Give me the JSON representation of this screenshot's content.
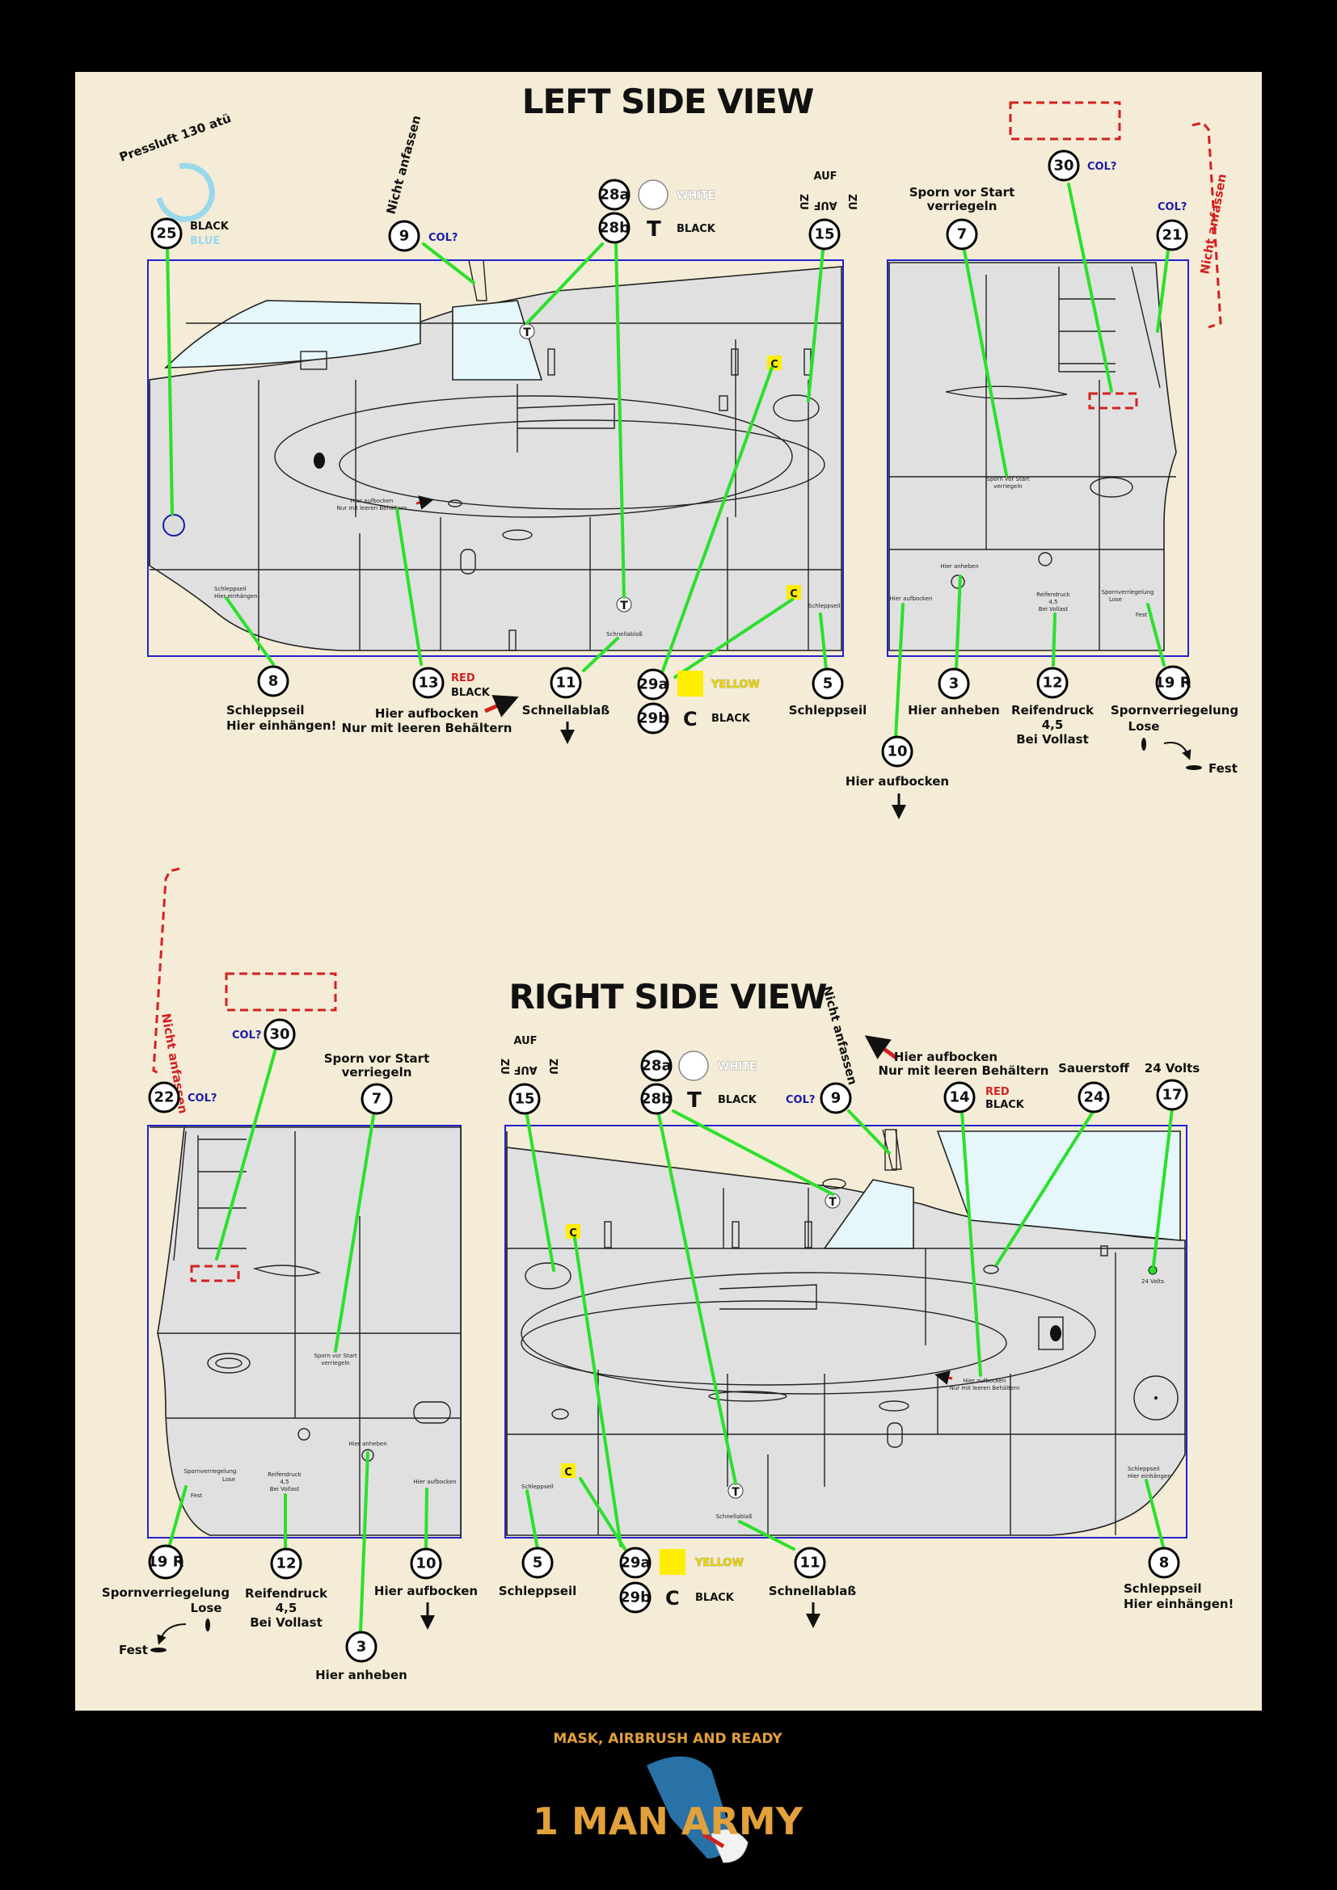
{
  "titles": {
    "left": "LEFT SIDE VIEW",
    "right": "RIGHT SIDE VIEW"
  },
  "colors": {
    "background": "#000000",
    "sheet": "#f4ecd6",
    "leader": "#2be02b",
    "frame": "#2222cc",
    "red": "#d42020",
    "blue": "#1a1aaa",
    "yellow": "#ffee00"
  },
  "left": {
    "c25": "25",
    "c25_black": "BLACK",
    "c25_blue": "BLUE",
    "pressluft": "Pressluft 130 atü",
    "c9": "9",
    "c9_col": "COL?",
    "nicht": "Nicht anfassen",
    "c28a": "28a",
    "c28a_col": "WHITE",
    "c28b": "28b",
    "c28b_glyph": "T",
    "c28b_col": "BLACK",
    "c15": "15",
    "auf": "AUF",
    "zu": "ZU",
    "c7": "7",
    "c7_l1": "Sporn vor Start",
    "c7_l2": "verriegeln",
    "c30": "30",
    "c30_col": "COL?",
    "c21": "21",
    "c21_col": "COL?",
    "nicht2": "Nicht anfassen",
    "c8": "8",
    "c8_l1": "Schleppseil",
    "c8_l2": "Hier einhängen!",
    "c13": "13",
    "c13_red": "RED",
    "c13_black": "BLACK",
    "c13_l1": "Hier aufbocken",
    "c13_l2": "Nur mit leeren Behältern",
    "c11": "11",
    "c11_l1": "Schnellablaß",
    "c29a": "29a",
    "c29a_col": "YELLOW",
    "c29b": "29b",
    "c29b_glyph": "C",
    "c29b_col": "BLACK",
    "c5": "5",
    "c5_l1": "Schleppseil",
    "c10": "10",
    "c10_l1": "Hier aufbocken",
    "c3": "3",
    "c3_l1": "Hier anheben",
    "c12": "12",
    "c12_l1": "Reifendruck",
    "c12_l2": "4,5",
    "c12_l3": "Bei Vollast",
    "c19": "19 R",
    "c19_l1": "Spornverriegelung",
    "c19_l2": "Lose",
    "fest": "Fest",
    "stencil_T": "T",
    "stencil_C": "C",
    "tiny_aufbocken1": "Hier aufbocken",
    "tiny_aufbocken2": "Nur mit leeren Behältern",
    "tiny_schlepp1": "Schleppseil",
    "tiny_schlepp2": "Hier einhängen",
    "tiny_schnell": "Schnellablaß",
    "tiny_schlepp": "Schleppseil",
    "tiny_sporn1": "Sporn vor Start",
    "tiny_sporn2": "verriegeln",
    "tiny_anheben": "Hier anheben",
    "tiny_reifen1": "Reifendruck",
    "tiny_reifen2": "4,5",
    "tiny_reifen3": "Bei Vollast",
    "tiny_spornv1": "Spornverriegelung",
    "tiny_spornv2": "Lose",
    "tiny_fest": "Fest"
  },
  "right": {
    "nicht": "Nicht anfassen",
    "c22": "22",
    "c22_col": "COL?",
    "c30": "30",
    "c30_col": "COL?",
    "c7": "7",
    "c7_l1": "Sporn vor Start",
    "c7_l2": "verriegeln",
    "c15": "15",
    "auf": "AUF",
    "zu": "ZU",
    "c28a": "28a",
    "c28a_col": "WHITE",
    "c28b": "28b",
    "c28b_glyph": "T",
    "c28b_col": "BLACK",
    "c9": "9",
    "c9_col": "COL?",
    "nicht2": "Nicht anfassen",
    "c14": "14",
    "c14_red": "RED",
    "c14_black": "BLACK",
    "c14_l1": "Hier aufbocken",
    "c14_l2": "Nur mit leeren Behältern",
    "c24": "24",
    "c24_l1": "Sauerstoff",
    "c17": "17",
    "c17_l1": "24 Volts",
    "c19": "19 R",
    "c19_l1": "Spornverriegelung",
    "c19_l2": "Lose",
    "fest": "Fest",
    "c12": "12",
    "c12_l1": "Reifendruck",
    "c12_l2": "4,5",
    "c12_l3": "Bei Vollast",
    "c10": "10",
    "c10_l1": "Hier aufbocken",
    "c3": "3",
    "c3_l1": "Hier anheben",
    "c5": "5",
    "c5_l1": "Schleppseil",
    "c29a": "29a",
    "c29a_col": "YELLOW",
    "c29b": "29b",
    "c29b_glyph": "C",
    "c29b_col": "BLACK",
    "c11": "11",
    "c11_l1": "Schnellablaß",
    "c8": "8",
    "c8_l1": "Schleppseil",
    "c8_l2": "Hier einhängen!",
    "stencil_T": "T",
    "stencil_C": "C",
    "tiny_aufbocken1": "Hier aufbocken",
    "tiny_aufbocken2": "Nur mit leeren Behältern",
    "tiny_volts": "24 Volts",
    "tiny_schlepp1": "Schleppseil",
    "tiny_schlepp2": "Hier einhängen",
    "tiny_schnell": "Schnellablaß",
    "tiny_schlepp": "Schleppseil",
    "tiny_sporn1": "Sporn vor Start",
    "tiny_sporn2": "verriegeln",
    "tiny_anheben": "Hier anheben",
    "tiny_reifen1": "Reifendruck",
    "tiny_reifen2": "4,5",
    "tiny_reifen3": "Bei Vollast",
    "tiny_spornv1": "Spornverriegelung",
    "tiny_spornv2": "Lose",
    "tiny_fest": "Fest",
    "tiny_aufbocken3": "Hier aufbocken"
  },
  "logo": {
    "tagline": "MASK, AIRBRUSH AND READY",
    "name": "1 MAN ARMY"
  }
}
